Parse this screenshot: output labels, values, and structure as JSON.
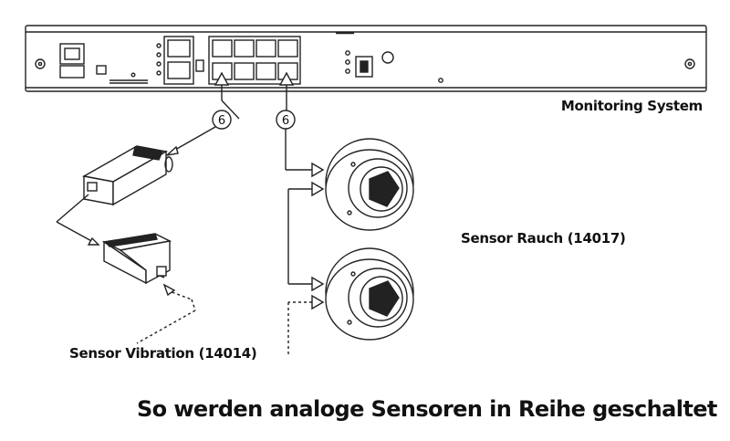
{
  "labels": {
    "monitoring_system": "Monitoring System",
    "sensor_rauch": "Sensor Rauch (14017)",
    "sensor_vibration": "Sensor Vibration (14014)",
    "caption": "So werden analoge Sensoren in Reihe geschaltet"
  },
  "callouts": {
    "left": "6",
    "right": "6"
  },
  "colors": {
    "line": "#222222",
    "fill": "#ffffff",
    "text": "#111111"
  }
}
